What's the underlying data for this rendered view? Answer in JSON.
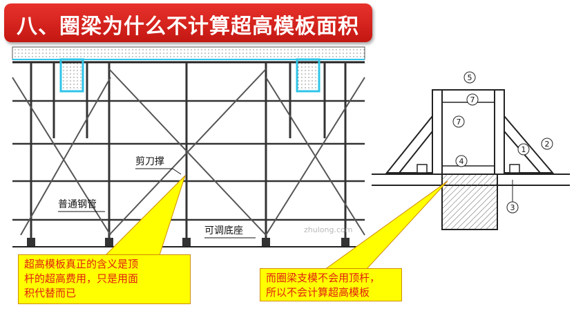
{
  "title": "八、圈梁为什么不计算超高模板面积",
  "left_view": {
    "label_bracing": "剪刀撑",
    "label_pipe": "普通钢管",
    "label_base": "可调底座"
  },
  "right_view": {
    "callouts": [
      "5",
      "7",
      "7",
      "1",
      "2",
      "4",
      "3"
    ]
  },
  "watermark": "zhulong.com",
  "note_left": {
    "line1": "超高模板真正的含义是顶",
    "line2": "杆的超高费用，只是用面",
    "line3": "积代替而已"
  },
  "note_right": {
    "line1": "而圈梁支模不会用顶杆，",
    "line2": "所以不会计算超高模板"
  },
  "colors": {
    "banner": "#d9201a",
    "note_fill": "#ffff00",
    "note_text": "#e02010",
    "formwork": "#2ec4e8"
  }
}
